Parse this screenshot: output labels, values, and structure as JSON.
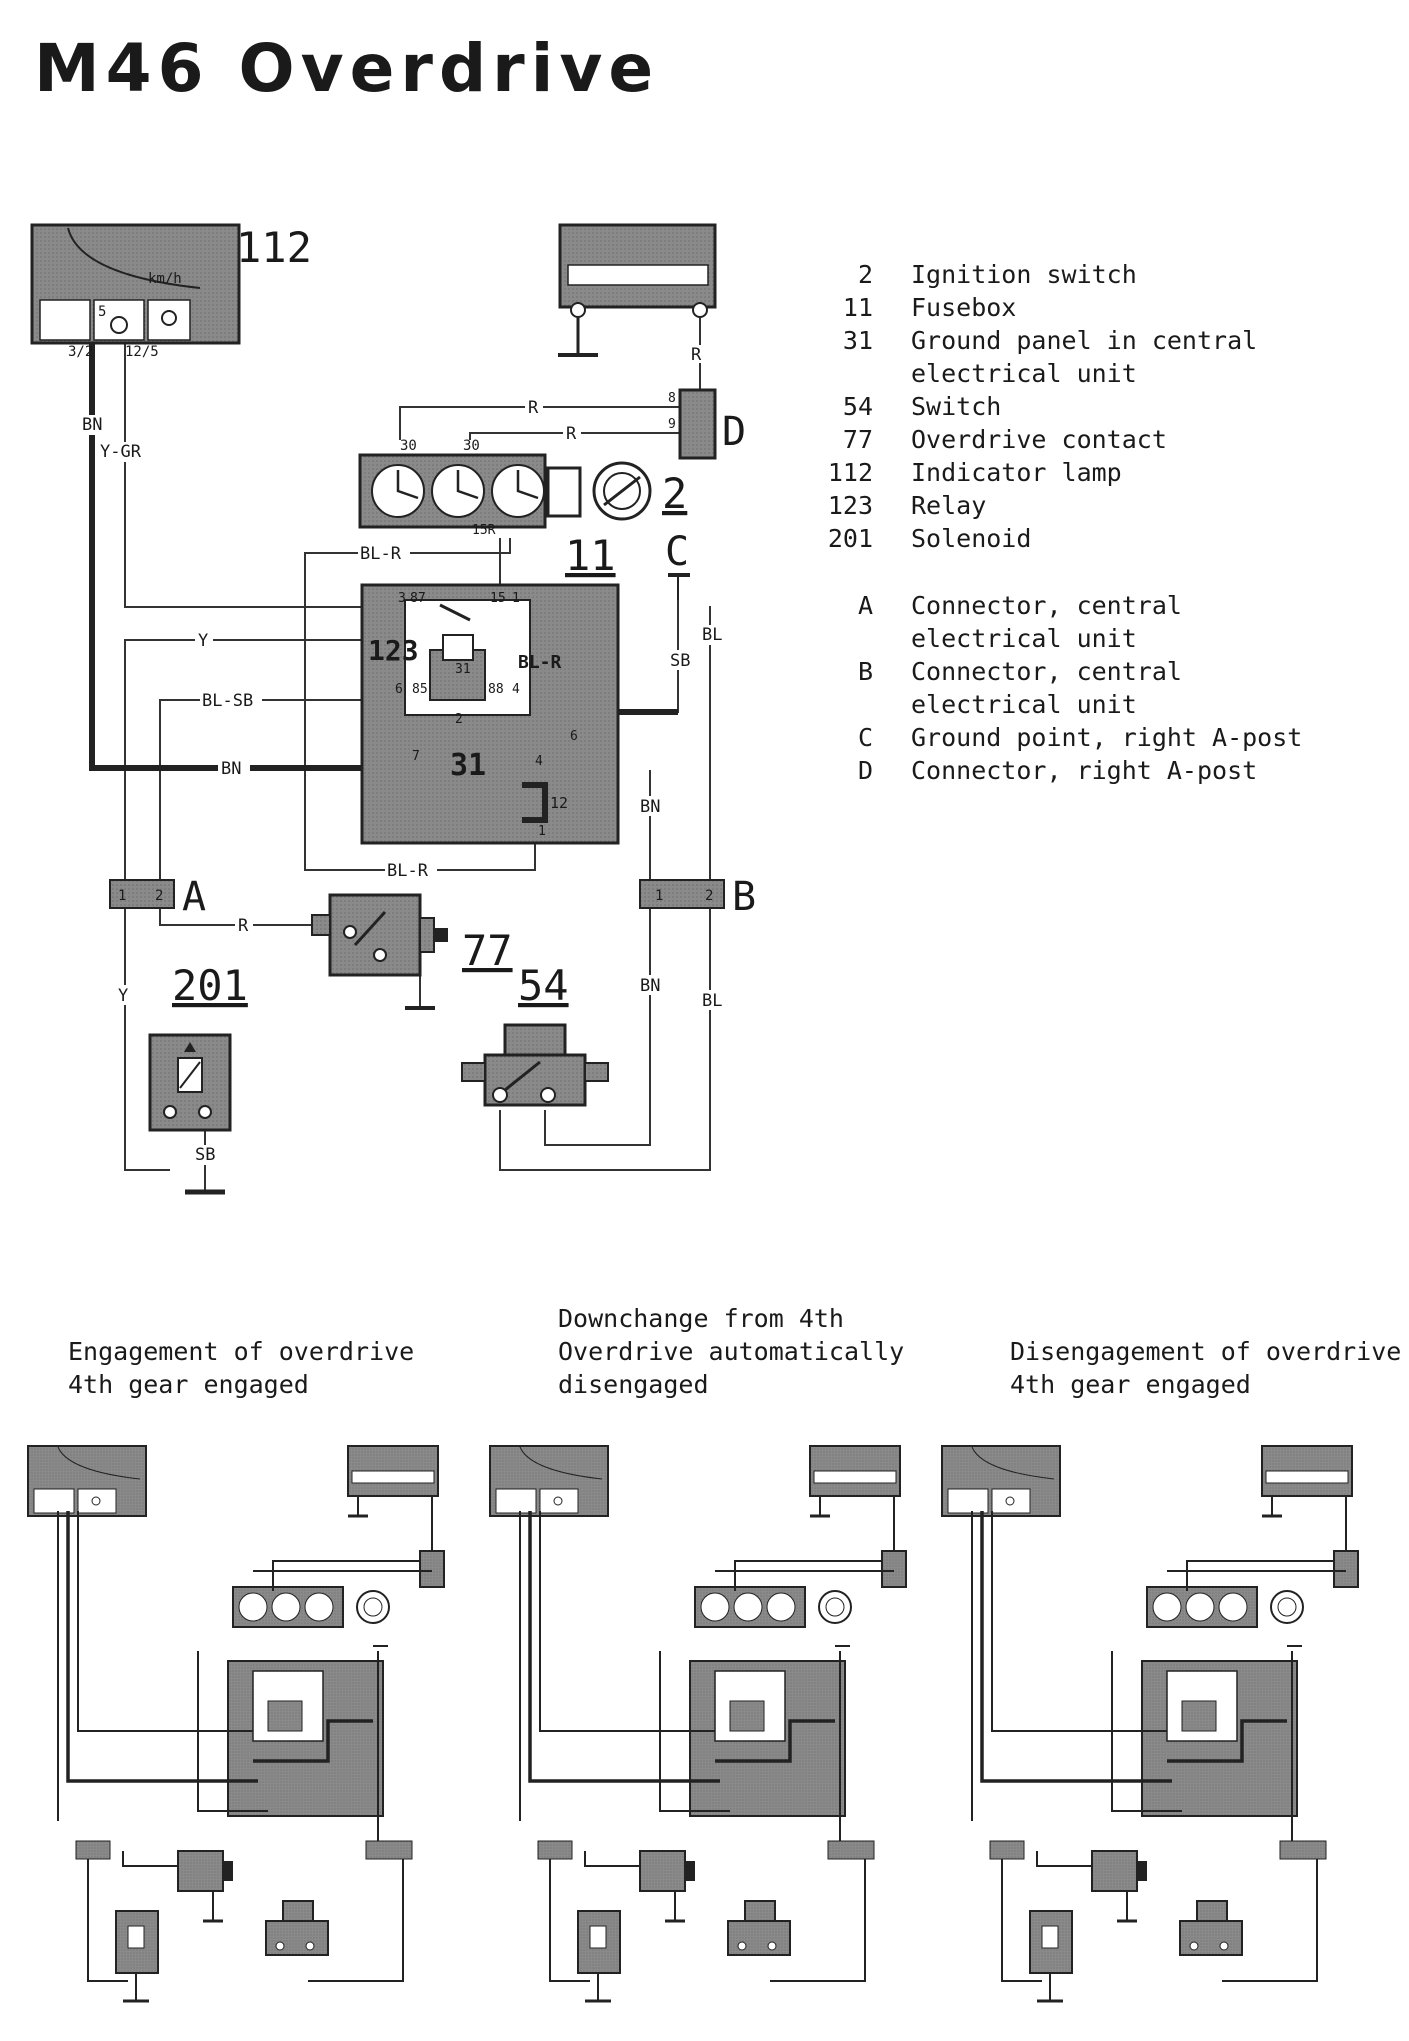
{
  "title": "M46 Overdrive",
  "legend": {
    "components": [
      {
        "code": "2",
        "text": "Ignition switch"
      },
      {
        "code": "11",
        "text": "Fusebox"
      },
      {
        "code": "31",
        "text": "Ground panel in central electrical unit"
      },
      {
        "code": "54",
        "text": "Switch"
      },
      {
        "code": "77",
        "text": "Overdrive contact"
      },
      {
        "code": "112",
        "text": "Indicator lamp"
      },
      {
        "code": "123",
        "text": "Relay"
      },
      {
        "code": "201",
        "text": "Solenoid"
      }
    ],
    "connectors": [
      {
        "code": "A",
        "text": "Connector, central electrical unit"
      },
      {
        "code": "B",
        "text": "Connector, central electrical unit"
      },
      {
        "code": "C",
        "text": "Ground point, right A-post"
      },
      {
        "code": "D",
        "text": "Connector, right A-post"
      }
    ]
  },
  "diagram": {
    "component_labels": {
      "c112": "112",
      "c2": "2",
      "c11": "11",
      "c123": "123",
      "c31": "31",
      "c77": "77",
      "c54": "54",
      "c201": "201",
      "A": "A",
      "B": "B",
      "C": "C",
      "D": "D"
    },
    "instrument": "km/h",
    "pins": {
      "lamp5": "5",
      "p32": "3/2",
      "p125": "12/5",
      "d8": "8",
      "d9": "9",
      "sw30a": "30",
      "sw30b": "30",
      "sw15r": "15R",
      "r3": "3",
      "r87": "87",
      "r15": "15",
      "r1": "1",
      "r6": "6",
      "r85": "85",
      "r88": "88",
      "r4": "4",
      "r31": "31",
      "r2": "2",
      "r7": "7",
      "r6b": "6",
      "f4": "4",
      "f12": "12",
      "f1": "1",
      "a1": "1",
      "a2": "2",
      "b1": "1",
      "b2": "2"
    },
    "wire_colors": {
      "bn1": "BN",
      "ygr": "Y-GR",
      "r1": "R",
      "r2": "R",
      "r3": "R",
      "blr1": "BL-R",
      "blr2": "BL-R",
      "blr3": "BL-R",
      "y1": "Y",
      "y2": "Y",
      "blsb": "BL-SB",
      "bn2": "BN",
      "sb1": "SB",
      "sb2": "SB",
      "bl1": "BL",
      "bl2": "BL",
      "bn3": "BN",
      "bn4": "BN",
      "r4": "R"
    }
  },
  "scenarios": [
    {
      "caption": "Engagement of overdrive\n4th gear engaged"
    },
    {
      "caption": "Downchange from 4th\nOverdrive automatically\ndisengaged"
    },
    {
      "caption": "Disengagement of overdrive\n4th gear engaged"
    }
  ]
}
